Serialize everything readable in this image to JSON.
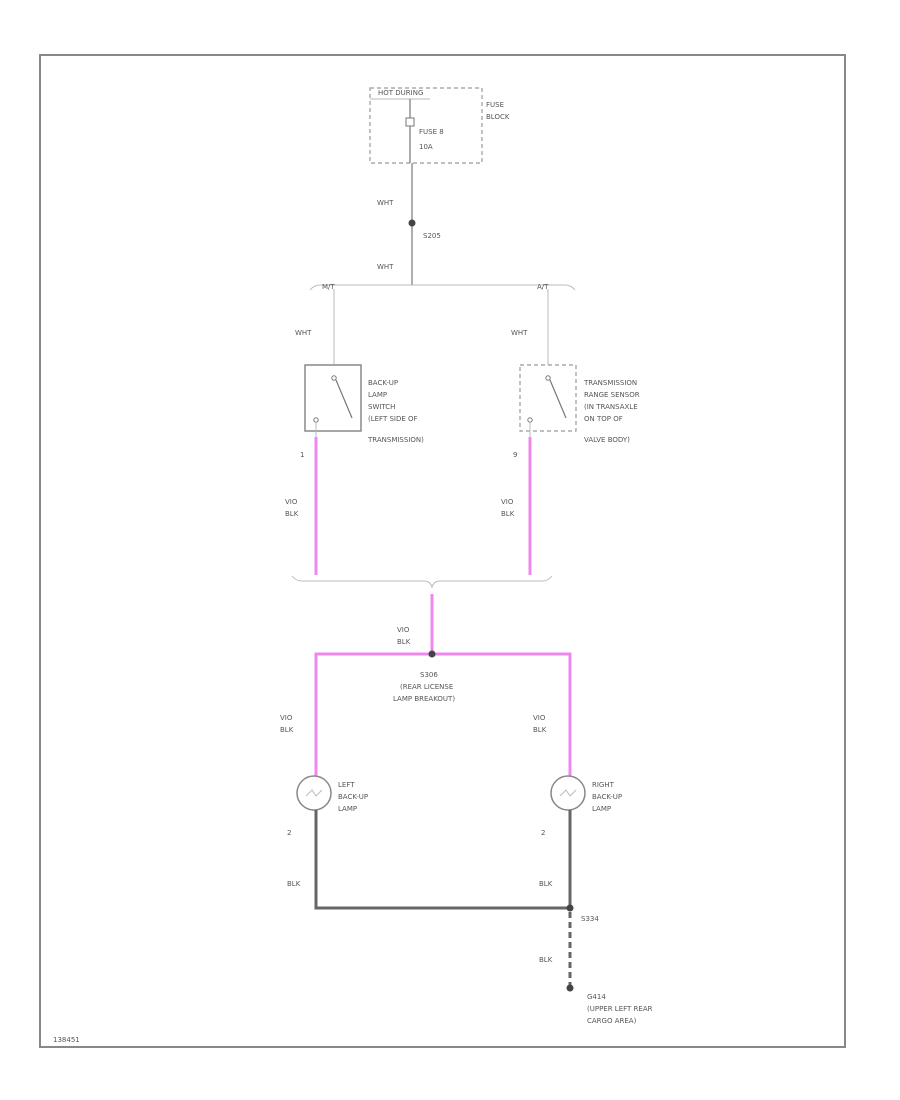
{
  "fuse_block": {
    "hot_label": "HOT DURING",
    "fuse_label": "FUSE 8",
    "fuse_rating": "10A",
    "name_line1": "FUSE",
    "name_line2": "BLOCK"
  },
  "wires": {
    "top_color": "WHT",
    "splice_top": "S205",
    "branch_color": "WHT",
    "branch_left_tag": "M/T",
    "branch_right_tag": "A/T",
    "switch_left_in": "WHT",
    "switch_right_in": "WHT",
    "left_pin": "1",
    "right_pin": "9",
    "left_out_line1": "VIO",
    "left_out_line2": "BLK",
    "right_out_line1": "VIO",
    "right_out_line2": "BLK",
    "merge_line1": "VIO",
    "merge_line2": "BLK",
    "lamp_left_in_line1": "VIO",
    "lamp_left_in_line2": "BLK",
    "lamp_right_in_line1": "VIO",
    "lamp_right_in_line2": "BLK",
    "lamp_left_pin": "2",
    "lamp_right_pin": "2",
    "ground_left": "BLK",
    "ground_right": "BLK",
    "ground_splice": "S334",
    "ground_wire": "BLK"
  },
  "switches": {
    "backup_switch": [
      "BACK-UP",
      "LAMP",
      "SWITCH",
      "(LEFT SIDE OF",
      "TRANSMISSION)"
    ],
    "range_sensor": [
      "TRANSMISSION",
      "RANGE SENSOR",
      "(IN TRANSAXLE",
      "ON TOP OF",
      "VALVE BODY)"
    ]
  },
  "splice_middle": {
    "id": "S306",
    "desc_line1": "(REAR LICENSE",
    "desc_line2": "LAMP BREAKOUT)"
  },
  "lamps": {
    "left": [
      "LEFT",
      "BACK-UP",
      "LAMP"
    ],
    "right": [
      "RIGHT",
      "BACK-UP",
      "LAMP"
    ]
  },
  "ground": {
    "id": "G414",
    "desc_line1": "(UPPER LEFT REAR",
    "desc_line2": "CARGO AREA)"
  },
  "footer": {
    "code": "138451"
  }
}
